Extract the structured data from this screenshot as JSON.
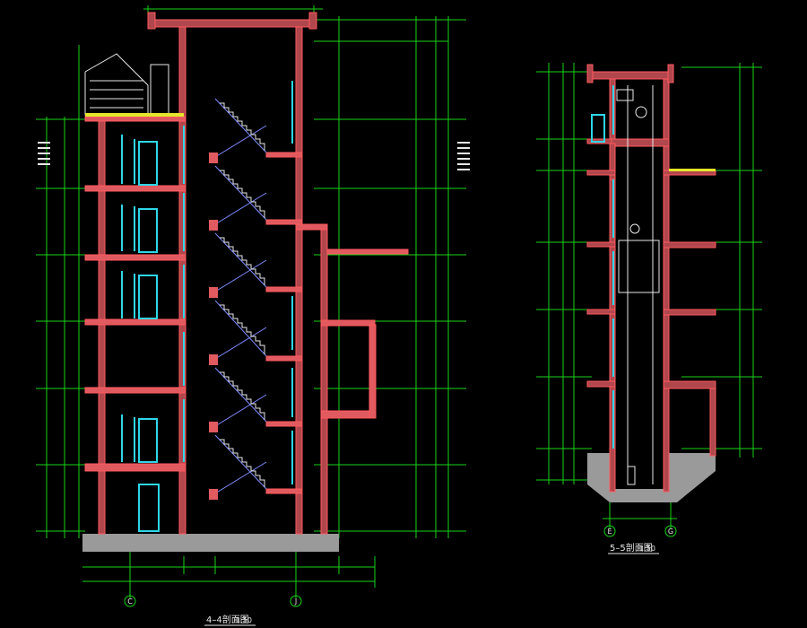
{
  "drawing": {
    "background": "#000000",
    "colors": {
      "wall_fill": "#b0474c",
      "wall_stroke": "#ff5a5f",
      "dim_line": "#19d419",
      "stair_rail": "#7f8cff",
      "glass": "#2fd6e8",
      "ground_fill": "#9a9a9a",
      "text_white": "#e8e8e8",
      "floor_slab": "#e05a5f",
      "text_yellow": "#e6e62a"
    }
  },
  "section_4_4": {
    "title": "4–4剖面图",
    "scale": "1:50",
    "grid_axes": [
      "C",
      "J"
    ]
  },
  "section_5_5": {
    "title": "5–5剖面图",
    "scale": "1:50",
    "grid_axes": [
      "E",
      "G"
    ]
  }
}
